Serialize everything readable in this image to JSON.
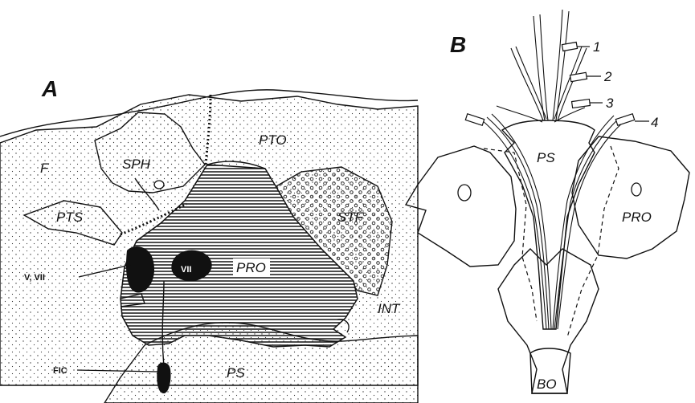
{
  "panel_a": {
    "letter": "A",
    "labels": {
      "f": "F",
      "sph": "SPH",
      "pto": "PTO",
      "pts": "PTS",
      "stf": "STF",
      "vii": "VII",
      "pro": "PRO",
      "v_vii": "V, VII",
      "int": "INT",
      "fic": "FIC",
      "ps": "PS"
    }
  },
  "panel_b": {
    "letter": "B",
    "labels": {
      "n1": "1",
      "n2": "2",
      "n3": "3",
      "n4": "4",
      "ps": "PS",
      "pro": "PRO",
      "bo": "BO"
    }
  }
}
